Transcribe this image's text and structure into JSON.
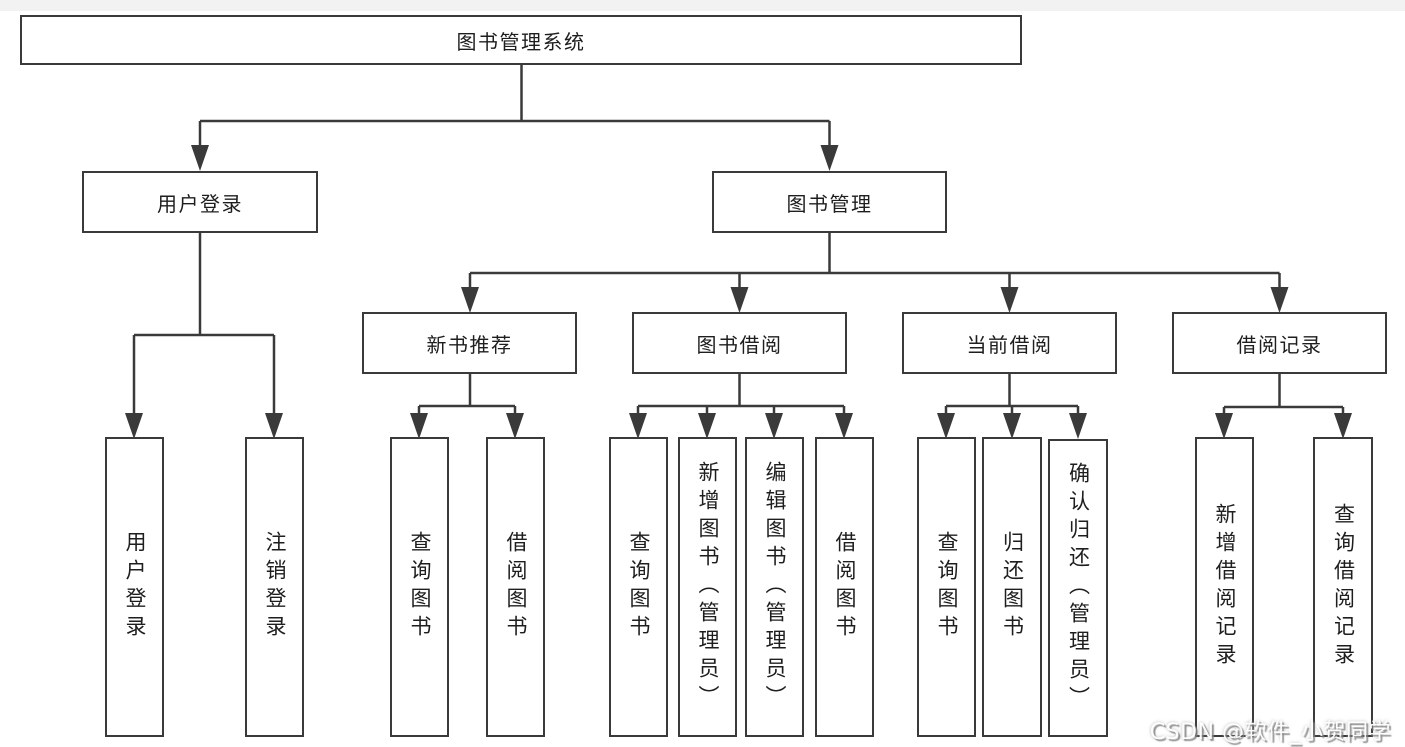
{
  "tree": {
    "root": {
      "label": "图书管理系统"
    },
    "branches": [
      {
        "label": "用户登录",
        "children": [
          {
            "label": "用户登录"
          },
          {
            "label": "注销登录"
          }
        ]
      },
      {
        "label": "图书管理",
        "children": [
          {
            "label": "新书推荐",
            "children": [
              {
                "label": "查询图书"
              },
              {
                "label": "借阅图书"
              }
            ]
          },
          {
            "label": "图书借阅",
            "children": [
              {
                "label": "查询图书"
              },
              {
                "label": "新增图书（管理员）"
              },
              {
                "label": "编辑图书（管理员）"
              },
              {
                "label": "借阅图书"
              }
            ]
          },
          {
            "label": "当前借阅",
            "children": [
              {
                "label": "查询图书"
              },
              {
                "label": "归还图书"
              },
              {
                "label": "确认归还（管理员）"
              }
            ]
          },
          {
            "label": "借阅记录",
            "children": [
              {
                "label": "新增借阅记录"
              },
              {
                "label": "查询借阅记录"
              }
            ]
          }
        ]
      }
    ]
  },
  "watermark": {
    "text": "CSDN @软件_小贺同学"
  },
  "colors": {
    "line": "#3a3a3a",
    "box_border": "#3a3a3a",
    "box_fill": "#ffffff",
    "text": "#1e1e1e",
    "top_band": "#f2f2f2"
  }
}
